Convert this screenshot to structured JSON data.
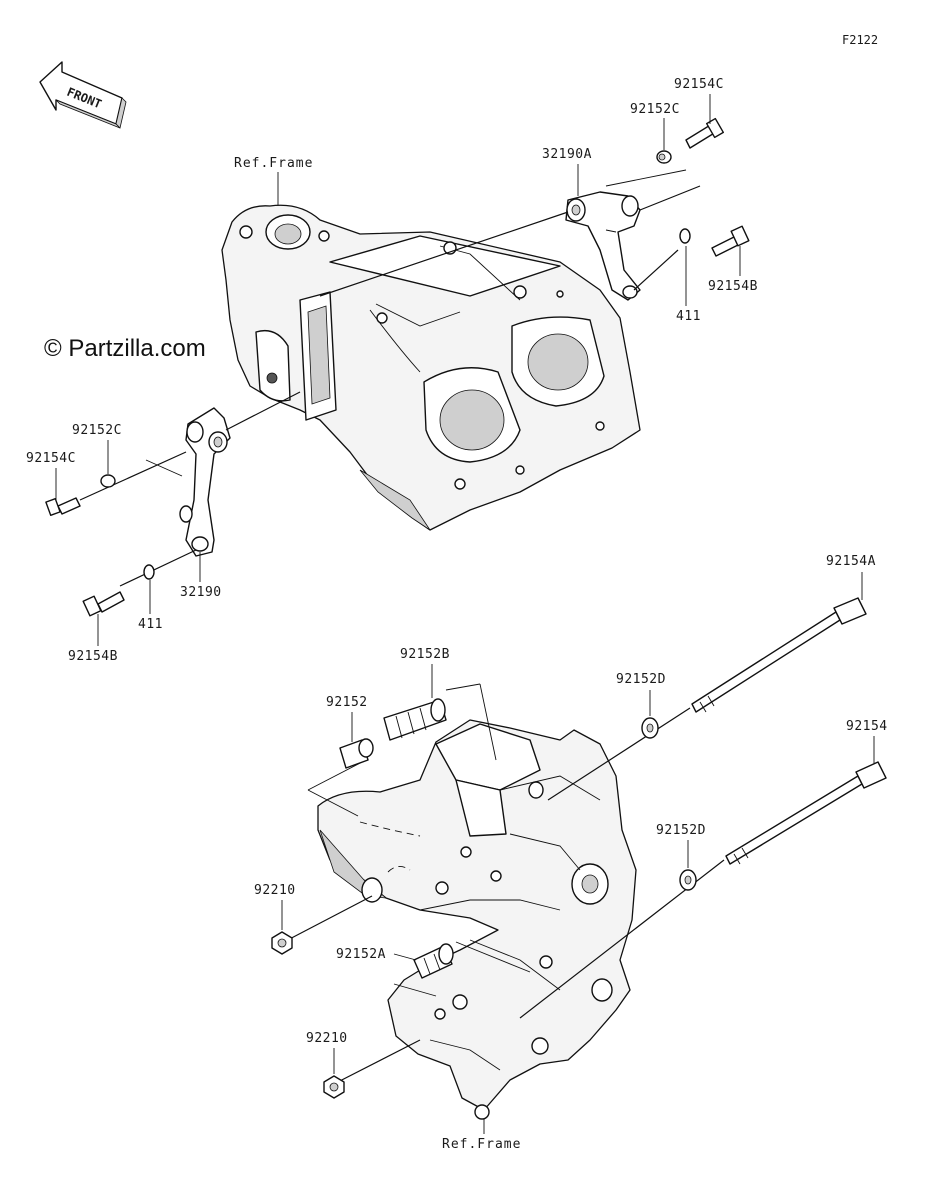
{
  "diagram": {
    "code": "F2122",
    "watermark": "© Partzilla.com",
    "front_label": "FRONT",
    "ref_frame_top": "Ref.Frame",
    "ref_frame_bottom": "Ref.Frame",
    "parts": {
      "p92154C_top": "92154C",
      "p92152C_top": "92152C",
      "p32190A": "32190A",
      "p411_right": "411",
      "p92154B_right": "92154B",
      "p92152C_left": "92152C",
      "p92154C_left": "92154C",
      "p32190": "32190",
      "p411_left": "411",
      "p92154B_left": "92154B",
      "p92154A": "92154A",
      "p92152B": "92152B",
      "p92152": "92152",
      "p92152D_top": "92152D",
      "p92154": "92154",
      "p92152D_bottom": "92152D",
      "p92210_top": "92210",
      "p92152A": "92152A",
      "p92210_bottom": "92210"
    }
  }
}
